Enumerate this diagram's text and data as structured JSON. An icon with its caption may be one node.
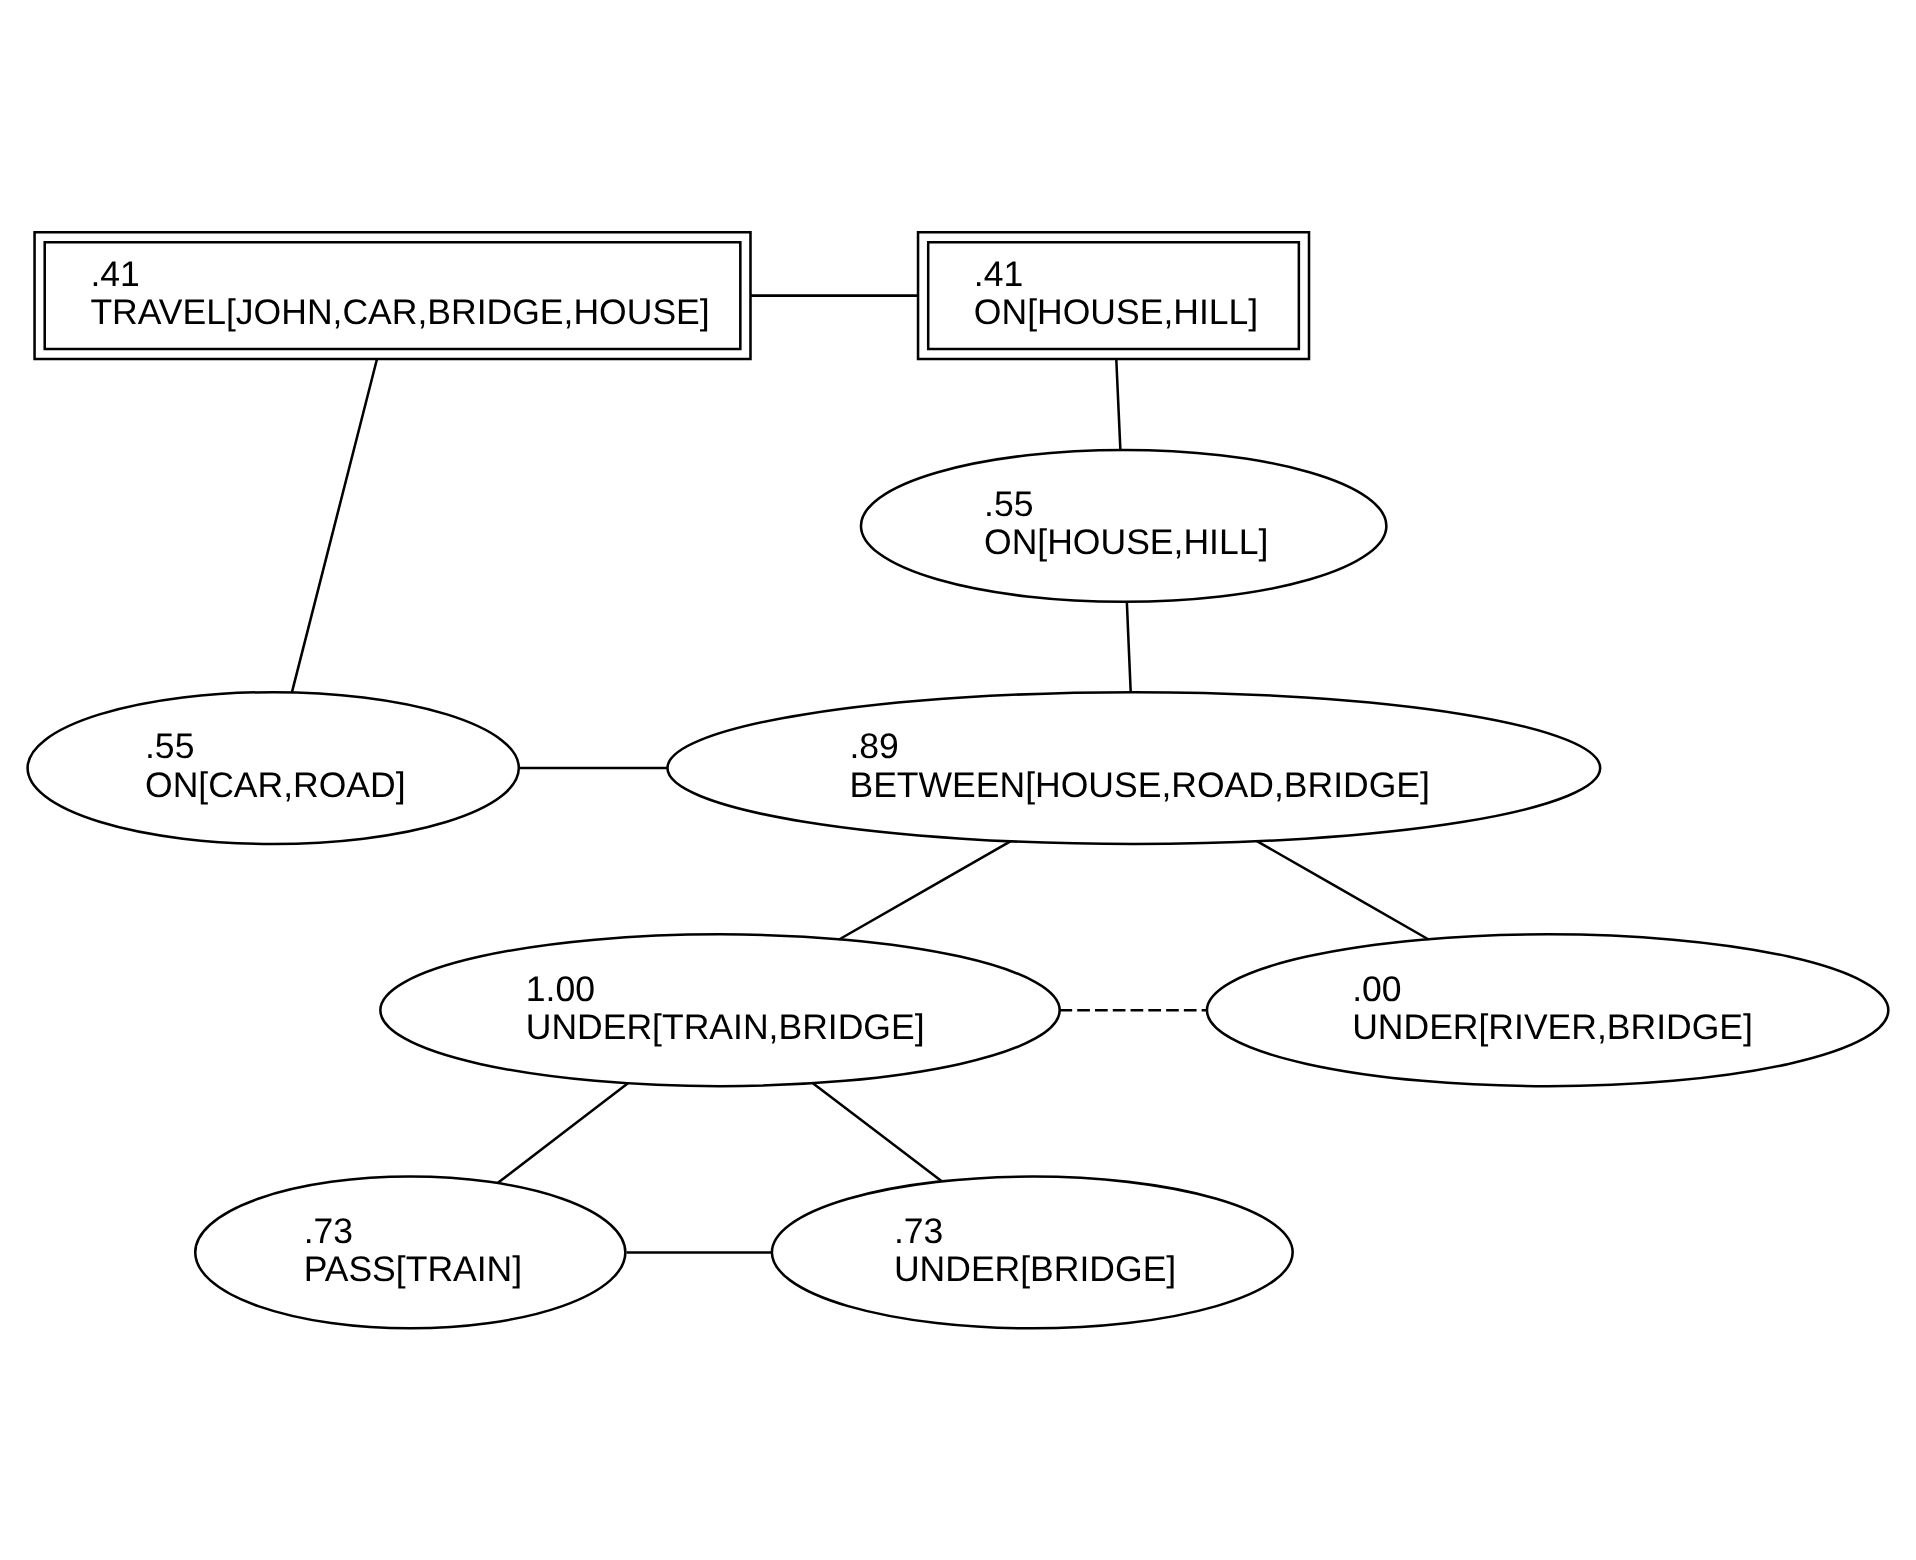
{
  "diagram": {
    "nodes": [
      {
        "text": [
          ".41",
          "TRAVEL[JOHN,CAR,BRIDGE,HOUSE]"
        ]
      },
      {
        "text": [
          ".41",
          "ON[HOUSE,HILL]"
        ]
      },
      {
        "text": [
          ".55",
          "ON[HOUSE,HILL]"
        ]
      },
      {
        "text": [
          ".55",
          "ON[CAR,ROAD]"
        ]
      },
      {
        "text": [
          ".89",
          "BETWEEN[HOUSE,ROAD,BRIDGE]"
        ]
      },
      {
        "text": [
          "1.00",
          "UNDER[TRAIN,BRIDGE]"
        ]
      },
      {
        "text": [
          ".00",
          "UNDER[RIVER,BRIDGE]"
        ]
      },
      {
        "text": [
          ".73",
          "PASS[TRAIN]"
        ]
      },
      {
        "text": [
          ".73",
          "UNDER[BRIDGE]"
        ]
      }
    ],
    "edges": [
      {
        "from": 0,
        "to": 1,
        "arrow": "none"
      },
      {
        "from": 0,
        "to": 3,
        "arrow": "none"
      },
      {
        "from": 1,
        "to": 2,
        "arrow": "none"
      },
      {
        "from": 2,
        "to": 4,
        "arrow": "none"
      },
      {
        "from": 3,
        "to": 4,
        "arrow": "none"
      },
      {
        "from": 4,
        "to": 5,
        "arrow": "none"
      },
      {
        "from": 4,
        "to": 6,
        "arrow": "none"
      },
      {
        "from": 5,
        "to": 6,
        "arrow": "none",
        "style": "dashed"
      },
      {
        "from": 5,
        "to": 7,
        "arrow": "none"
      },
      {
        "from": 5,
        "to": 8,
        "arrow": "none"
      },
      {
        "from": 7,
        "to": 8,
        "arrow": "none"
      }
    ]
  }
}
